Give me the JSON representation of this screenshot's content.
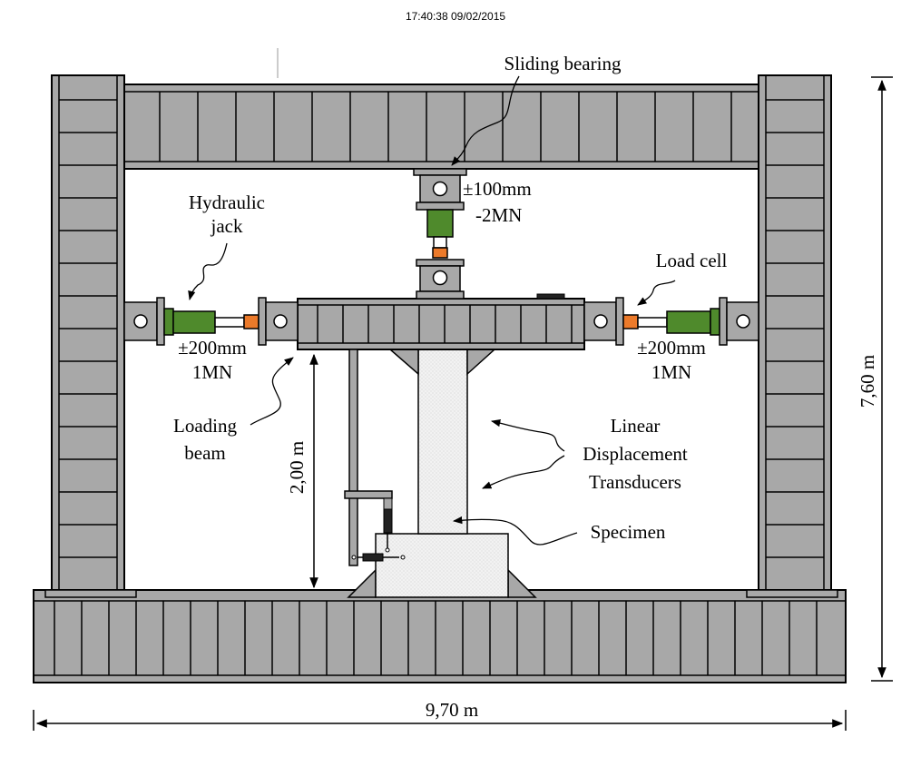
{
  "timestamp": "17:40:38 09/02/2015",
  "labels": {
    "sliding_bearing": "Sliding bearing",
    "top_actuator_stroke": "±100mm",
    "top_actuator_force": "-2MN",
    "hydraulic_jack_line1": "Hydraulic",
    "hydraulic_jack_line2": "jack",
    "load_cell": "Load cell",
    "left_actuator_stroke": "±200mm",
    "left_actuator_force": "1MN",
    "right_actuator_stroke": "±200mm",
    "right_actuator_force": "1MN",
    "loading_beam_line1": "Loading",
    "loading_beam_line2": "beam",
    "ldt_line1": "Linear",
    "ldt_line2": "Displacement",
    "ldt_line3": "Transducers",
    "specimen": "Specimen"
  },
  "dimensions": {
    "width": "9,70 m",
    "height": "7,60 m",
    "column_height": "2,00 m"
  },
  "colors": {
    "steel": "#a8a8a8",
    "outline": "#000000",
    "actuator": "#4f8a2c",
    "load_cell": "#ec7a2a",
    "concrete": "#eeeeee"
  }
}
